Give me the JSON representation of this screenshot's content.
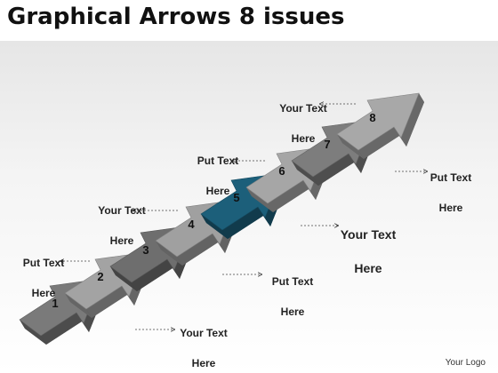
{
  "title": "Graphical Arrows 8 issues",
  "arrows": [
    {
      "num": "1",
      "color": "#7a7a7a"
    },
    {
      "num": "2",
      "color": "#a3a3a3"
    },
    {
      "num": "3",
      "color": "#6e6e6e"
    },
    {
      "num": "4",
      "color": "#a0a0a0"
    },
    {
      "num": "5",
      "color": "#1c5f7a"
    },
    {
      "num": "6",
      "color": "#a6a6a6"
    },
    {
      "num": "7",
      "color": "#7d7d7d"
    },
    {
      "num": "8",
      "color": "#a8a8a8"
    }
  ],
  "labels": [
    {
      "line1": "Your Text",
      "line2": "Here"
    },
    {
      "line1": "Put Text",
      "line2": "Here"
    },
    {
      "line1": "Your Text",
      "line2": "Here"
    },
    {
      "line1": "Put Text",
      "line2": "Here"
    },
    {
      "line1": "Your Text",
      "line2": "Here"
    },
    {
      "line1": "Put Text",
      "line2": "Here"
    },
    {
      "line1": "Your Text",
      "line2": "Here"
    },
    {
      "line1": "Put Text",
      "line2": "Here"
    }
  ],
  "footer": "Your Logo"
}
